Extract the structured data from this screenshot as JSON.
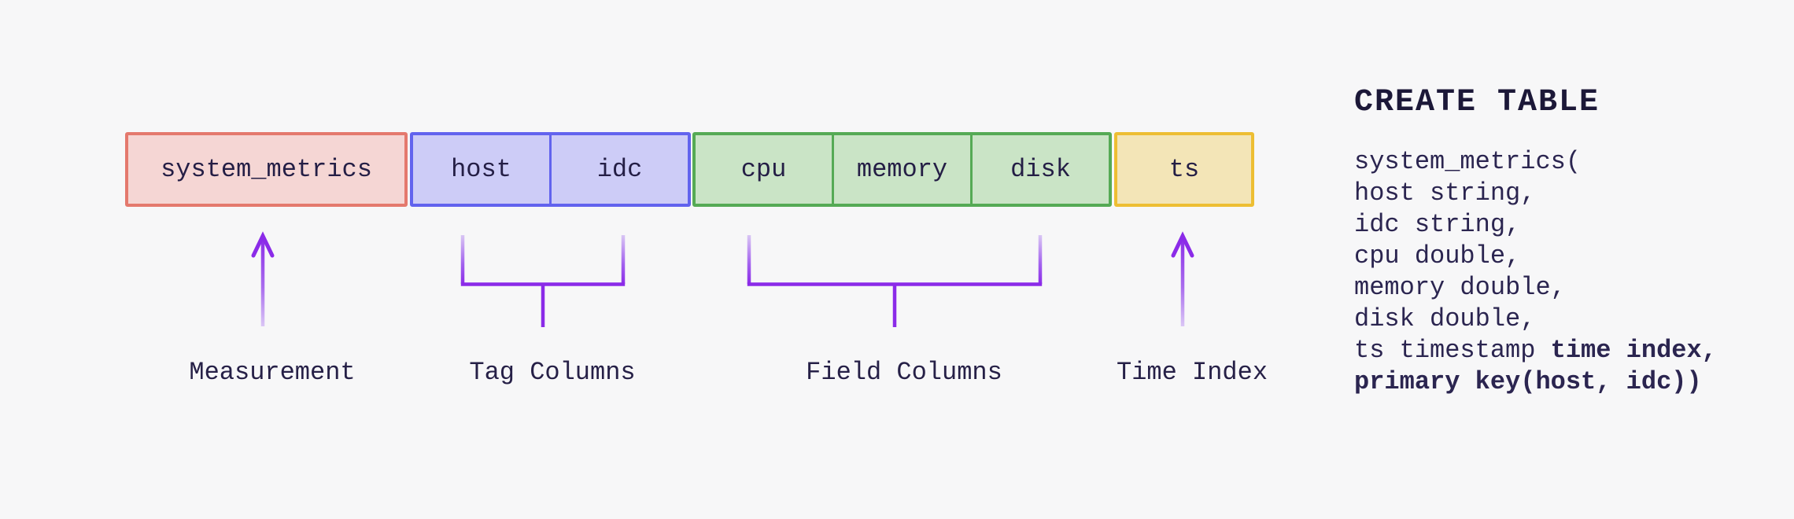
{
  "page": {
    "background": "#f7f7f8",
    "accent_purple": "#8b2be8",
    "text_color": "#241e45"
  },
  "table_row": {
    "groups": [
      {
        "label": "Measurement",
        "cells": [
          "system_metrics"
        ],
        "fill": "#f5d6d4",
        "border": "#e4796d"
      },
      {
        "label": "Tag Columns",
        "cells": [
          "host",
          "idc"
        ],
        "fill": "#cdccf7",
        "border": "#6263ee"
      },
      {
        "label": "Field Columns",
        "cells": [
          "cpu",
          "memory",
          "disk"
        ],
        "fill": "#cae4c6",
        "border": "#55aa55"
      },
      {
        "label": "Time Index",
        "cells": [
          "ts"
        ],
        "fill": "#f3e5b7",
        "border": "#edbe33"
      }
    ],
    "annotations": [
      {
        "icon": "arrow-up-icon",
        "for": "Measurement"
      },
      {
        "icon": "bracket-icon",
        "for": "Tag Columns"
      },
      {
        "icon": "bracket-icon",
        "for": "Field Columns"
      },
      {
        "icon": "arrow-up-icon",
        "for": "Time Index"
      }
    ]
  },
  "sql": {
    "heading": "CREATE TABLE",
    "lines": [
      {
        "segments": [
          {
            "text": "system_metrics(",
            "bold": false
          }
        ]
      },
      {
        "segments": [
          {
            "text": "host string,",
            "bold": false
          }
        ]
      },
      {
        "segments": [
          {
            "text": "idc string,",
            "bold": false
          }
        ]
      },
      {
        "segments": [
          {
            "text": "cpu double,",
            "bold": false
          }
        ]
      },
      {
        "segments": [
          {
            "text": "memory double,",
            "bold": false
          }
        ]
      },
      {
        "segments": [
          {
            "text": "disk double,",
            "bold": false
          }
        ]
      },
      {
        "segments": [
          {
            "text": "ts timestamp ",
            "bold": false
          },
          {
            "text": "time index,",
            "bold": true
          }
        ]
      },
      {
        "segments": [
          {
            "text": "primary key(host, idc))",
            "bold": true
          }
        ]
      }
    ]
  }
}
